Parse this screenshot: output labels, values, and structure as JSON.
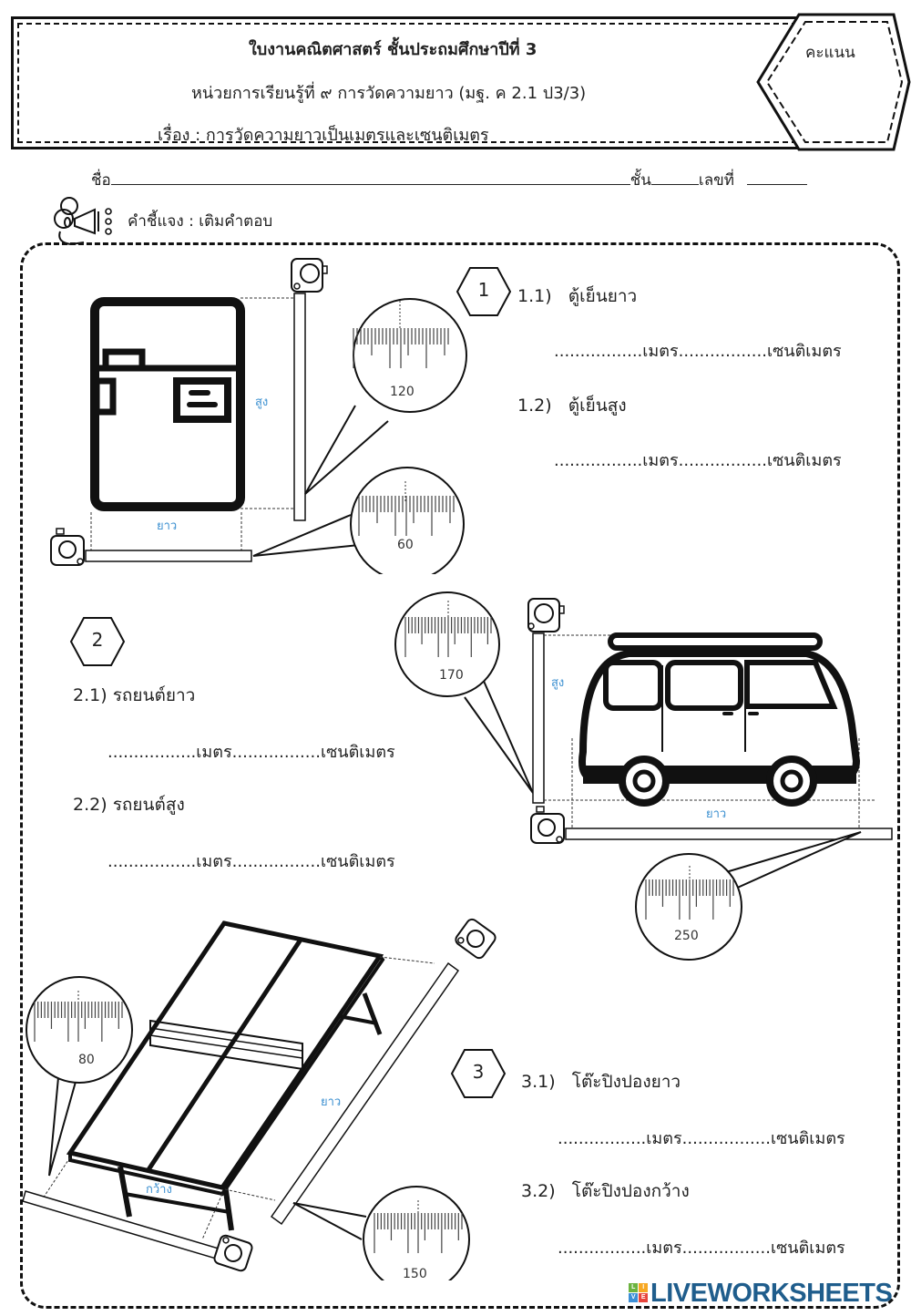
{
  "header": {
    "title": "ใบงานคณิตศาสตร์ ชั้นประถมศึกษาปีที่ 3",
    "unit": "หน่วยการเรียนรู้ที่ ๙  การวัดความยาว (มฐ. ค 2.1 ป3/3)",
    "topic": "เรื่อง : การวัดความยาวเป็นเมตรและเซนติเมตร",
    "score_label": "คะแนน"
  },
  "student_info": {
    "name_label": "ชื่อ",
    "class_label": "ชั้น",
    "number_label": "เลขที่"
  },
  "instructions": {
    "icon": "megaphone-kid-icon",
    "text": "คำชี้แจง : เติมคำตอบ"
  },
  "answer_units": {
    "meter": "เมตร",
    "centimeter": "เซนติเมตร",
    "blank": "................."
  },
  "sections": [
    {
      "number": "1",
      "object_icon": "refrigerator-icon",
      "questions": [
        {
          "label": "1.1)",
          "text": "ตู้เย็นยาว"
        },
        {
          "label": "1.2)",
          "text": "ตู้เย็นสูง"
        }
      ],
      "dimension_labels": {
        "height": "สูง",
        "length": "ยาว"
      },
      "readings": {
        "height": "120",
        "length": "60"
      }
    },
    {
      "number": "2",
      "object_icon": "van-icon",
      "questions": [
        {
          "label": "2.1)",
          "text": "รถยนต์ยาว"
        },
        {
          "label": "2.2)",
          "text": "รถยนต์สูง"
        }
      ],
      "dimension_labels": {
        "height": "สูง",
        "length": "ยาว"
      },
      "readings": {
        "height": "170",
        "length": "250"
      }
    },
    {
      "number": "3",
      "object_icon": "ping-pong-table-icon",
      "questions": [
        {
          "label": "3.1)",
          "text": "โต๊ะปิงปองยาว"
        },
        {
          "label": "3.2)",
          "text": "โต๊ะปิงปองกว้าง"
        }
      ],
      "dimension_labels": {
        "width": "กว้าง",
        "length": "ยาว"
      },
      "readings": {
        "width": "80",
        "length": "150"
      }
    }
  ],
  "watermark": {
    "text": "LIVEWORKSHEETS",
    "icon_letters": [
      "L",
      "I",
      "V",
      "E"
    ],
    "icon_colors": [
      "#6cb33f",
      "#f7a823",
      "#3c8fd6",
      "#e8453c"
    ]
  }
}
